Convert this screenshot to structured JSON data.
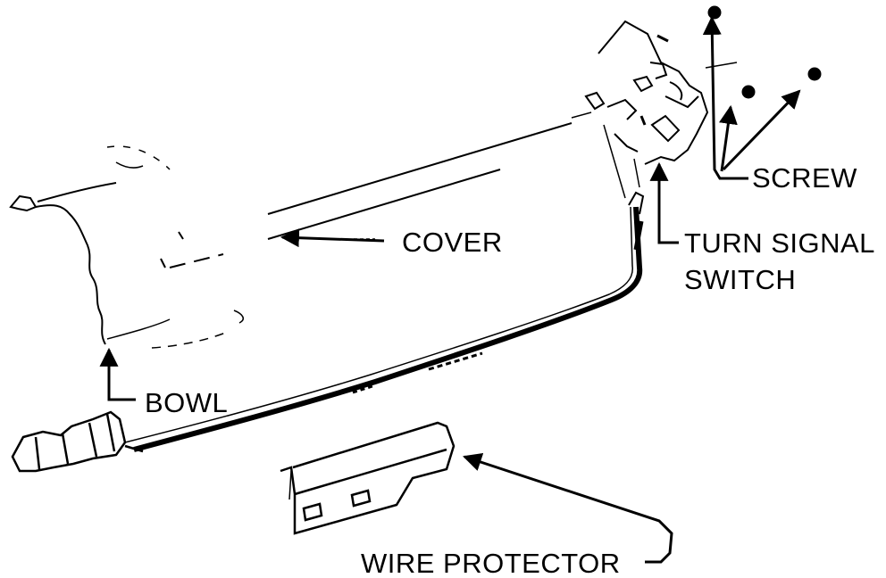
{
  "labels": {
    "screw": "SCREW",
    "cover": "COVER",
    "turn_signal_line1": "TURN SIGNAL",
    "turn_signal_line2": "SWITCH",
    "bowl": "BOWL",
    "wire_protector": "WIRE PROTECTOR"
  },
  "colors": {
    "ink": "#000000",
    "paper": "#ffffff"
  }
}
